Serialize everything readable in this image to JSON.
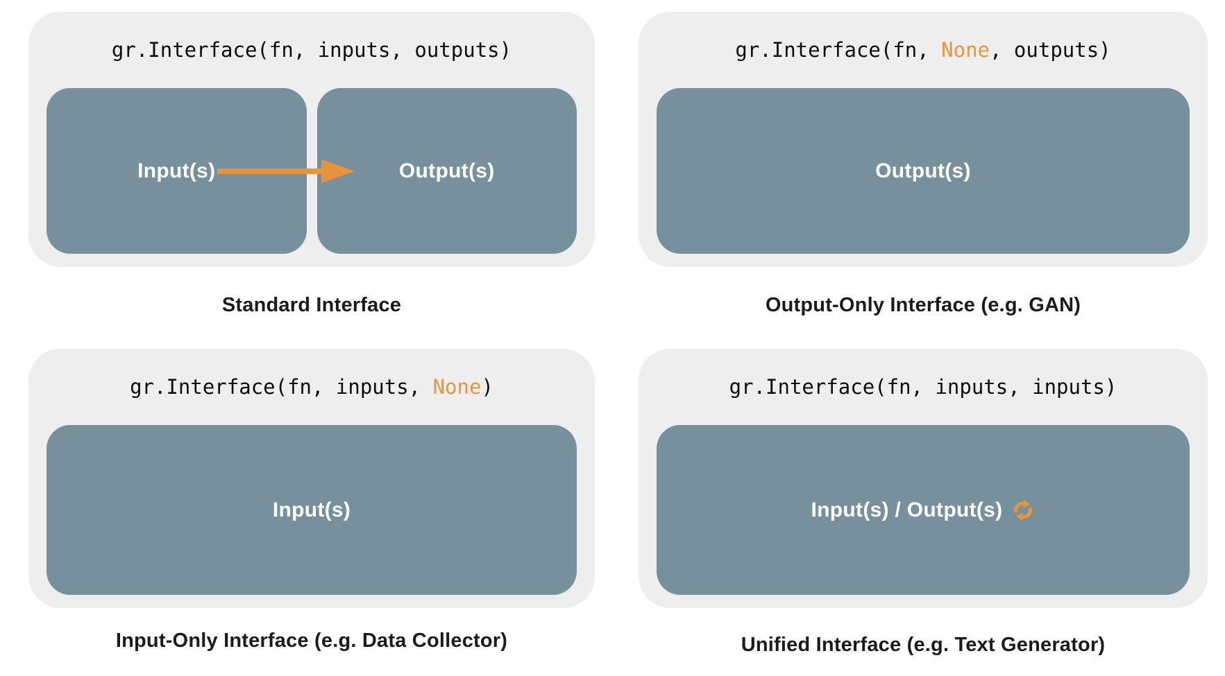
{
  "colors": {
    "page_bg": "#ffffff",
    "panel_bg": "#eeeeee",
    "box_fill": "#76909d",
    "accent_orange": "#e8953f",
    "code_text": "#0d0d0d",
    "caption_text": "#1b1b1b",
    "box_label_text": "#ffffff"
  },
  "icons": {
    "flow_arrow": "right-arrow-icon",
    "refresh": "refresh-cycle-icon"
  },
  "panels": {
    "standard": {
      "code": {
        "pre": "gr.Interface(fn, inputs, outputs)",
        "highlight": "",
        "post": ""
      },
      "boxes": [
        {
          "label": "Input(s)"
        },
        {
          "label": "Output(s)"
        }
      ],
      "caption": "Standard Interface"
    },
    "output_only": {
      "code": {
        "pre": "gr.Interface(fn, ",
        "highlight": "None",
        "post": ", outputs)"
      },
      "boxes": [
        {
          "label": "Output(s)"
        }
      ],
      "caption": "Output-Only Interface (e.g. GAN)"
    },
    "input_only": {
      "code": {
        "pre": "gr.Interface(fn, inputs, ",
        "highlight": "None",
        "post": ")"
      },
      "boxes": [
        {
          "label": "Input(s)"
        }
      ],
      "caption": "Input-Only Interface (e.g. Data Collector)"
    },
    "unified": {
      "code": {
        "pre": "gr.Interface(fn, inputs, inputs)",
        "highlight": "",
        "post": ""
      },
      "boxes": [
        {
          "label": "Input(s) / Output(s)"
        }
      ],
      "caption": "Unified Interface (e.g. Text Generator)"
    }
  }
}
